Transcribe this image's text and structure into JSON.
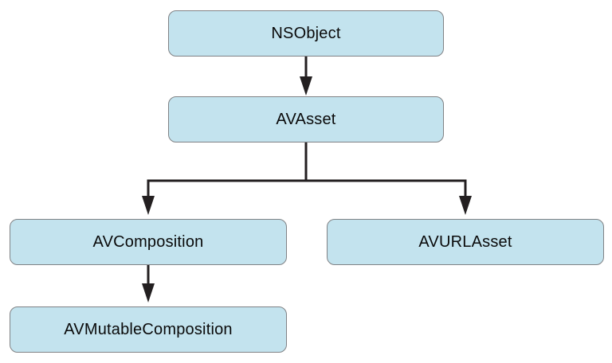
{
  "diagram": {
    "type": "class-hierarchy",
    "nodes": [
      {
        "id": "nsobject",
        "label": "NSObject"
      },
      {
        "id": "avasset",
        "label": "AVAsset"
      },
      {
        "id": "avcomposition",
        "label": "AVComposition"
      },
      {
        "id": "avurlasset",
        "label": "AVURLAsset"
      },
      {
        "id": "avmutablecomposition",
        "label": "AVMutableComposition"
      }
    ],
    "edges": [
      {
        "from": "NSObject",
        "to": "AVAsset"
      },
      {
        "from": "AVAsset",
        "to": "AVComposition"
      },
      {
        "from": "AVAsset",
        "to": "AVURLAsset"
      },
      {
        "from": "AVComposition",
        "to": "AVMutableComposition"
      }
    ],
    "colors": {
      "node_fill": "#c3e3ee",
      "node_border": "#808285",
      "arrow": "#231f20",
      "text": "#0a0a0a",
      "background": "#ffffff"
    }
  }
}
